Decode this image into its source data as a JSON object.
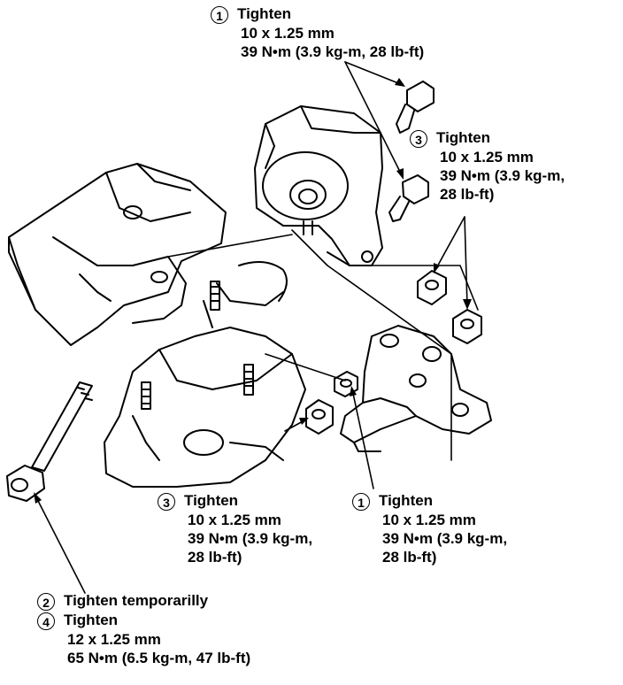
{
  "callouts": {
    "top": {
      "num": "1",
      "action": "Tighten",
      "size": "10 x 1.25 mm",
      "torque": "39 N•m (3.9 kg-m, 28 lb-ft)"
    },
    "right": {
      "num": "3",
      "action": "Tighten",
      "size": "10 x 1.25 mm",
      "torque_a": "39 N•m (3.9 kg-m,",
      "torque_b": "28 lb-ft)"
    },
    "bottom_center": {
      "num": "3",
      "action": "Tighten",
      "size": "10 x 1.25 mm",
      "torque_a": "39 N•m (3.9 kg-m,",
      "torque_b": "28 lb-ft)"
    },
    "bottom_right": {
      "num": "1",
      "action": "Tighten",
      "size": "10 x 1.25 mm",
      "torque_a": "39 N•m (3.9 kg-m,",
      "torque_b": "28 lb-ft)"
    },
    "bottom_left": {
      "num_a": "2",
      "action_a": "Tighten temporarilly",
      "num_b": "4",
      "action_b": "Tighten",
      "size": "12 x 1.25 mm",
      "torque": "65 N•m (6.5 kg-m, 47 lb-ft)"
    }
  },
  "colors": {
    "ink": "#000000",
    "paper": "#ffffff"
  }
}
